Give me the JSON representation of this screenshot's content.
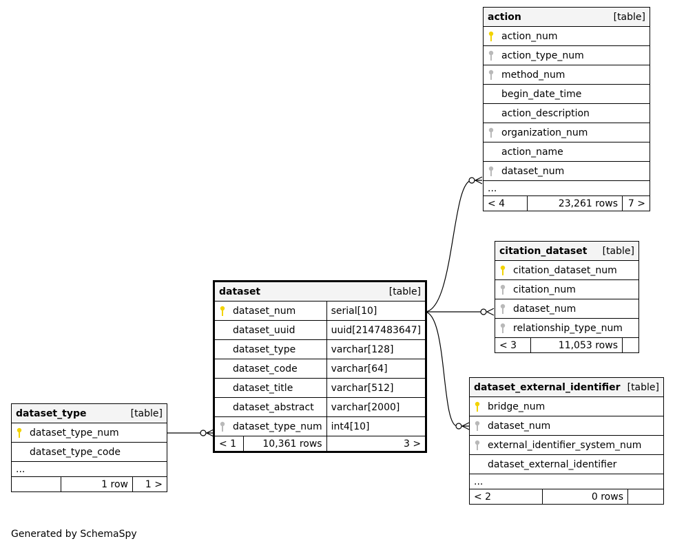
{
  "footer": "Generated by SchemaSpy",
  "colors": {
    "pk": "#f2d300",
    "fk": "#b9b9b9",
    "header_bg": "#f4f4f4"
  },
  "tables": {
    "action": {
      "name": "action",
      "tag": "[table]",
      "columns": [
        {
          "name": "action_num",
          "key": "pk"
        },
        {
          "name": "action_type_num",
          "key": "fk"
        },
        {
          "name": "method_num",
          "key": "fk"
        },
        {
          "name": "begin_date_time",
          "key": ""
        },
        {
          "name": "action_description",
          "key": ""
        },
        {
          "name": "organization_num",
          "key": "fk"
        },
        {
          "name": "action_name",
          "key": ""
        },
        {
          "name": "dataset_num",
          "key": "fk"
        }
      ],
      "ellipsis": "...",
      "footer": {
        "left": "< 4",
        "rows": "23,261 rows",
        "right": "7 >"
      }
    },
    "citation_dataset": {
      "name": "citation_dataset",
      "tag": "[table]",
      "columns": [
        {
          "name": "citation_dataset_num",
          "key": "pk"
        },
        {
          "name": "citation_num",
          "key": "fk"
        },
        {
          "name": "dataset_num",
          "key": "fk"
        },
        {
          "name": "relationship_type_num",
          "key": "fk"
        }
      ],
      "footer": {
        "left": "< 3",
        "rows": "11,053 rows",
        "right": ""
      }
    },
    "dataset": {
      "name": "dataset",
      "tag": "[table]",
      "columns": [
        {
          "name": "dataset_num",
          "type": "serial[10]",
          "key": "pk"
        },
        {
          "name": "dataset_uuid",
          "type": "uuid[2147483647]",
          "key": ""
        },
        {
          "name": "dataset_type",
          "type": "varchar[128]",
          "key": ""
        },
        {
          "name": "dataset_code",
          "type": "varchar[64]",
          "key": ""
        },
        {
          "name": "dataset_title",
          "type": "varchar[512]",
          "key": ""
        },
        {
          "name": "dataset_abstract",
          "type": "varchar[2000]",
          "key": ""
        },
        {
          "name": "dataset_type_num",
          "type": "int4[10]",
          "key": "fk"
        }
      ],
      "footer": {
        "left": "< 1",
        "rows": "10,361 rows",
        "right": "3 >"
      }
    },
    "dataset_external_identifier": {
      "name": "dataset_external_identifier",
      "tag": "[table]",
      "columns": [
        {
          "name": "bridge_num",
          "key": "pk"
        },
        {
          "name": "dataset_num",
          "key": "fk"
        },
        {
          "name": "external_identifier_system_num",
          "key": "fk"
        },
        {
          "name": "dataset_external_identifier",
          "key": ""
        }
      ],
      "ellipsis": "...",
      "footer": {
        "left": "< 2",
        "rows": "0 rows",
        "right": ""
      }
    },
    "dataset_type": {
      "name": "dataset_type",
      "tag": "[table]",
      "columns": [
        {
          "name": "dataset_type_num",
          "key": "pk"
        },
        {
          "name": "dataset_type_code",
          "key": ""
        }
      ],
      "ellipsis": "...",
      "footer": {
        "left": "",
        "rows": "1 row",
        "right": "1 >"
      }
    }
  }
}
